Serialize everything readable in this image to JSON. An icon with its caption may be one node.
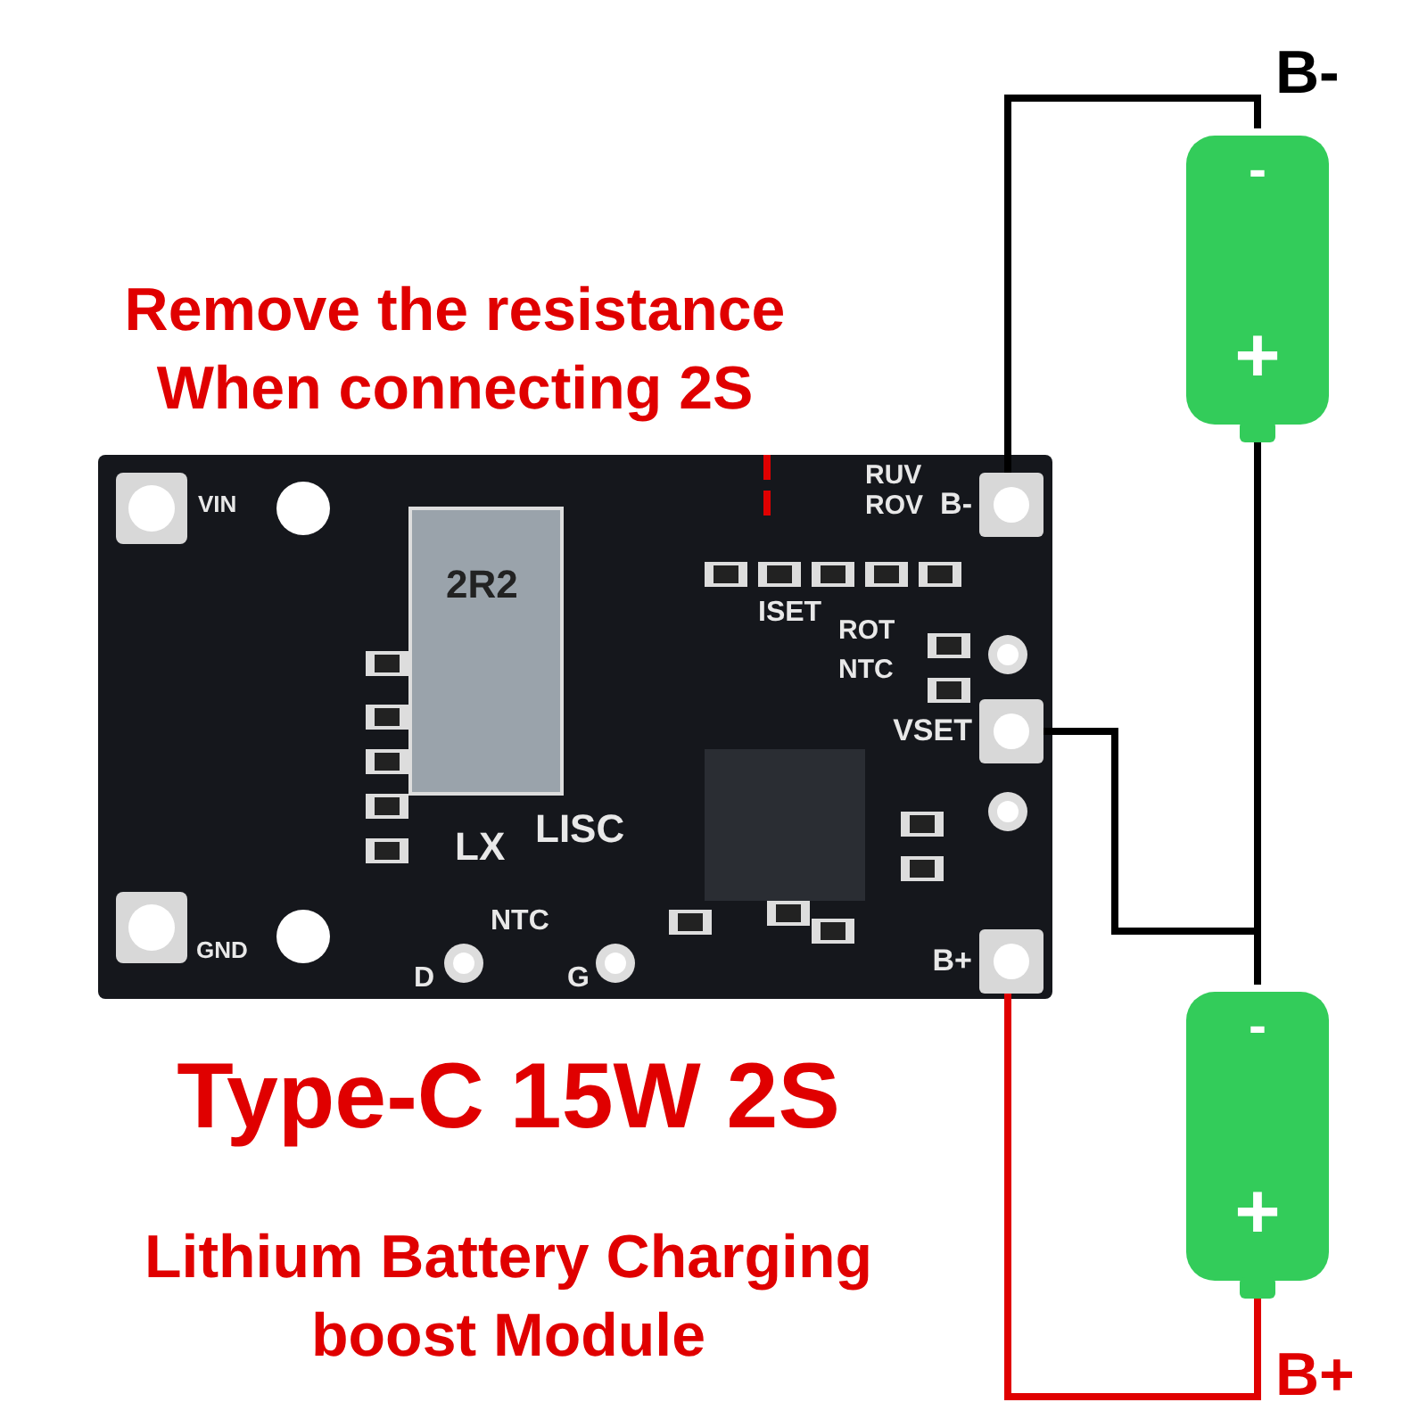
{
  "diagram": {
    "title": "Type-C 15W 2S",
    "caption": "Lithium Battery Charging boost Module",
    "nodes": [
      {
        "text": [],
        "shape": "picture"
      },
      {
        "text": [
          "B-"
        ],
        "in": 0
      },
      {
        "text": [
          "VSET"
        ],
        "in": 0
      },
      {
        "text": [
          "B+"
        ],
        "in": 0
      },
      {
        "text": [
          "-",
          "+"
        ]
      },
      {
        "text": [
          "-",
          "+"
        ]
      }
    ],
    "edges": [
      {
        "from": 1,
        "to": 4,
        "arrow": "none"
      },
      {
        "from": 4,
        "to": 5,
        "arrow": "none"
      },
      {
        "from": 2,
        "to": 5,
        "arrow": "none"
      },
      {
        "from": 3,
        "to": 5,
        "arrow": "none",
        "color": "#e00000"
      }
    ],
    "labels": [
      "B-",
      "Remove the resistance When connecting 2S",
      "VIN",
      "2R2",
      "RUV",
      "ROV",
      "ISET",
      "ROT",
      "NTC",
      "LX",
      "LISC",
      "GND",
      "NTC",
      "D",
      "G",
      "B+"
    ]
  }
}
